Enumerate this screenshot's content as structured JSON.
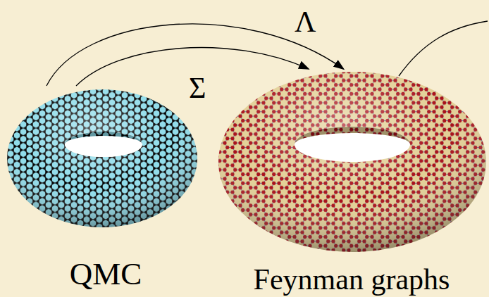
{
  "diagram": {
    "nodes": [
      {
        "text": [
          "QMC"
        ]
      },
      {
        "text": [
          "Feynman graphs"
        ]
      }
    ],
    "edges": [
      {
        "from": 0,
        "to": 1,
        "arrow": "to",
        "label": "Λ"
      },
      {
        "from": 0,
        "to": 1,
        "arrow": "to",
        "label": "Σ"
      }
    ]
  }
}
